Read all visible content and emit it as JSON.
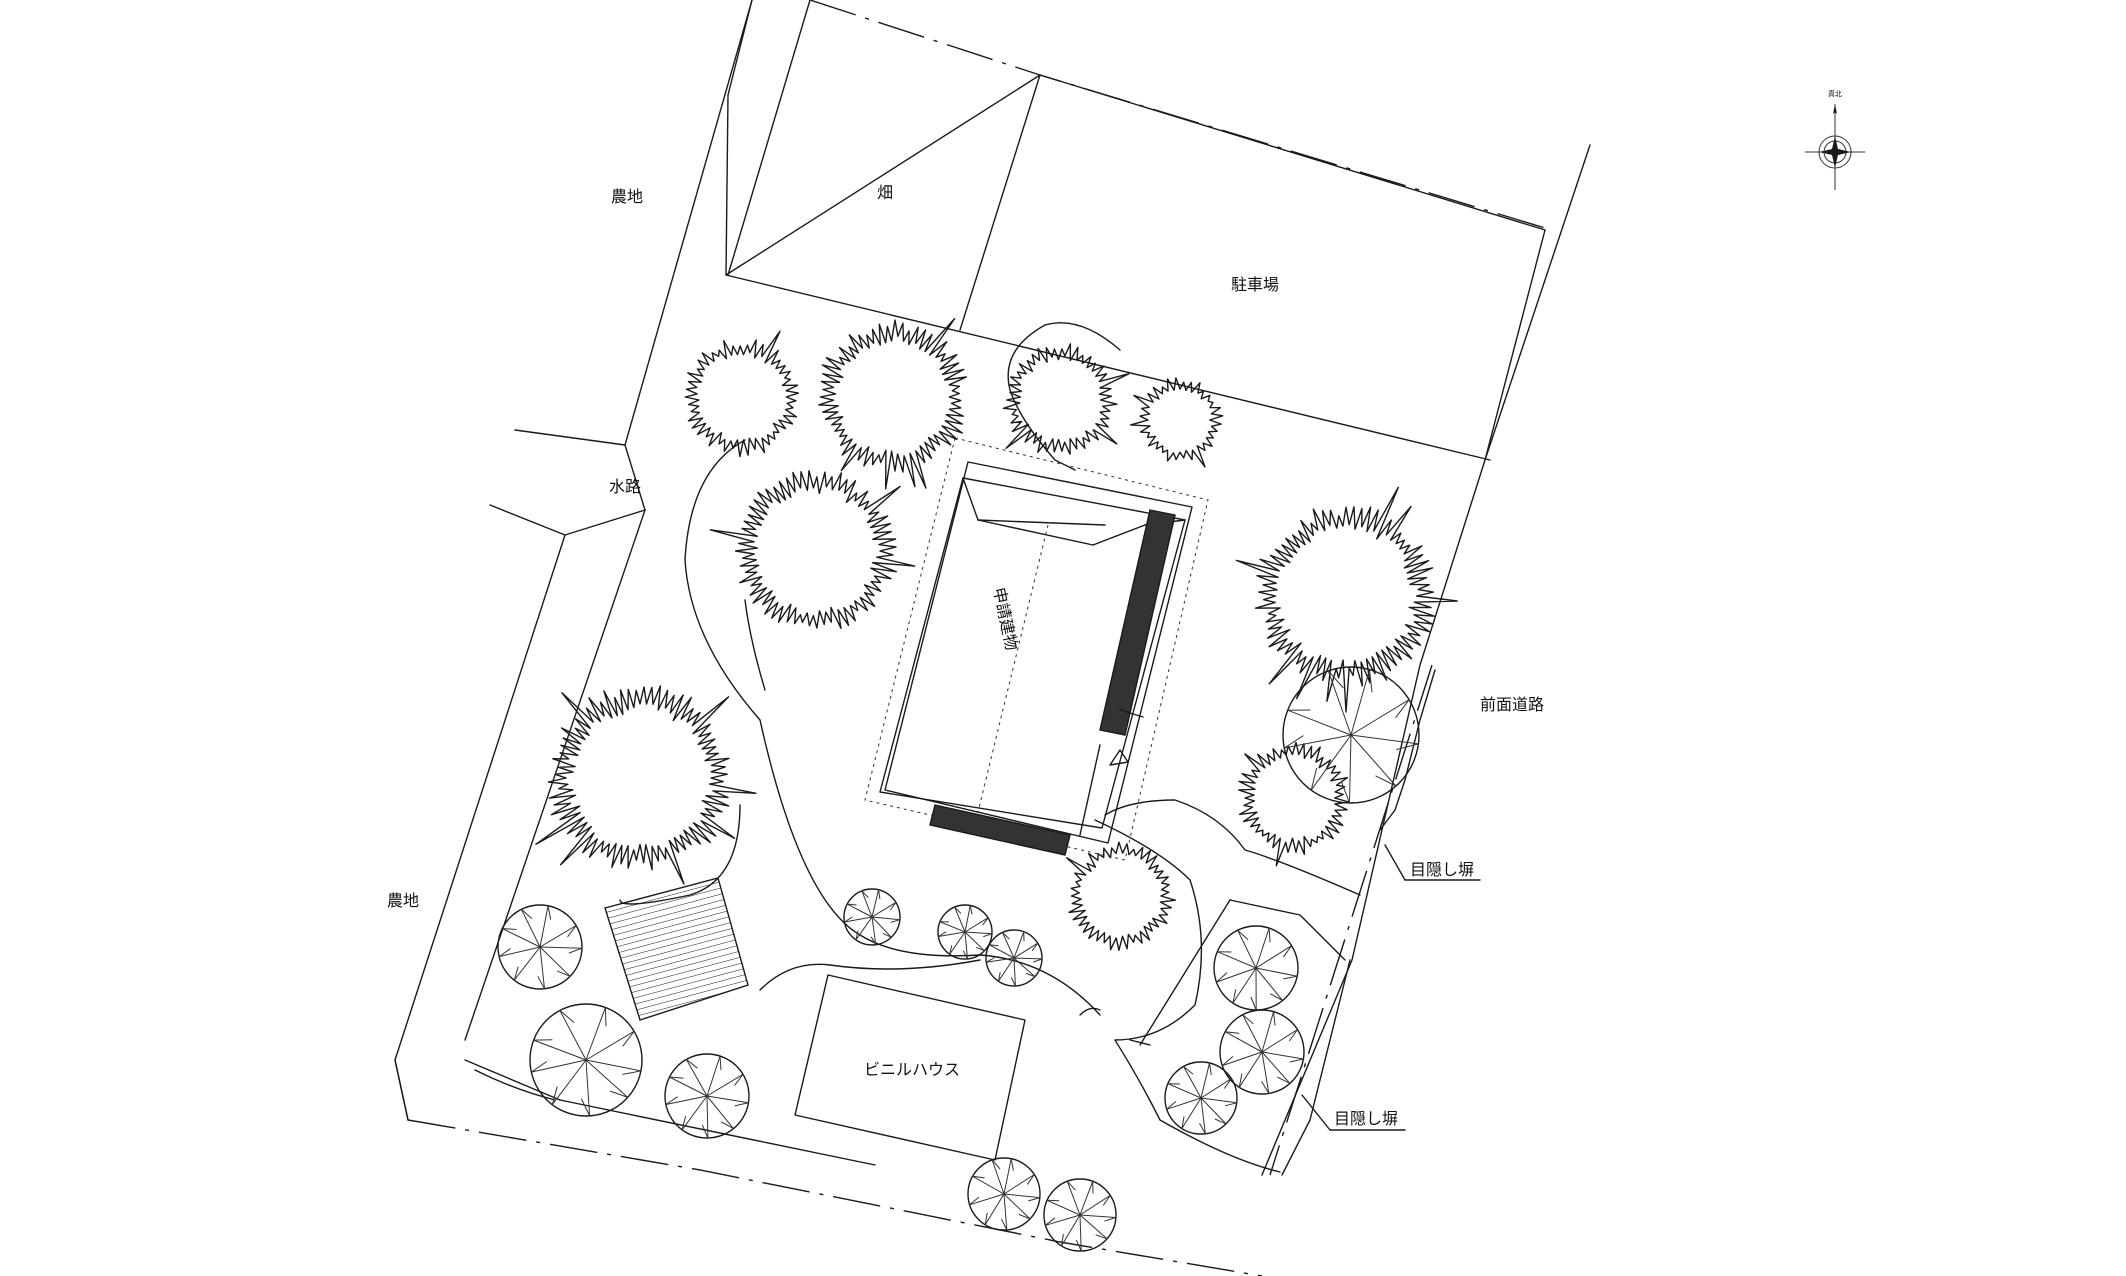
{
  "labels": {
    "farmland_north": "農地",
    "field": "畑",
    "parking": "駐車場",
    "waterway": "水路",
    "front_road": "前面道路",
    "farmland_west": "農地",
    "building": "申請建物",
    "greenhouse": "ビニルハウス",
    "fence_1": "目隠し塀",
    "fence_2": "目隠し塀",
    "north_mark": "真北"
  },
  "icons": {
    "compass": "compass-rose-icon",
    "spiky_tree": "deciduous-tree-symbol-icon",
    "radial_tree": "evergreen-tree-symbol-icon"
  },
  "colors": {
    "line": "#1a1a1a",
    "background": "#ffffff"
  }
}
